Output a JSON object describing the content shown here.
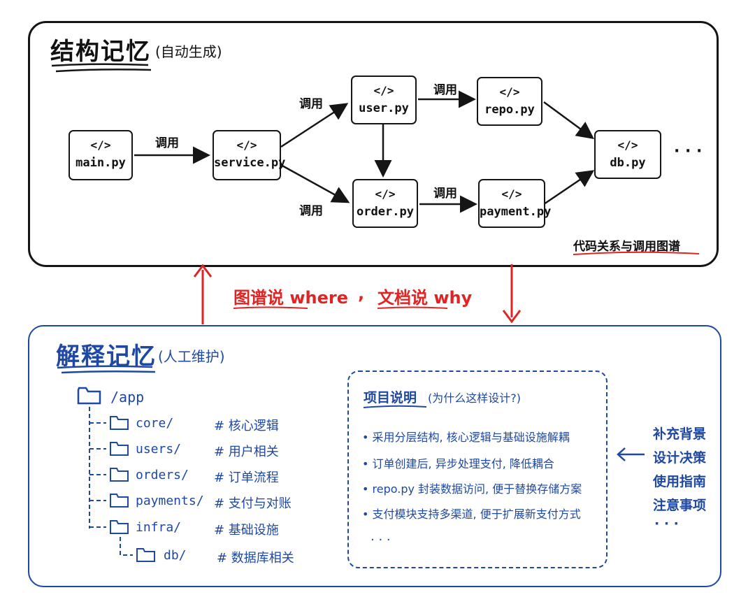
{
  "top": {
    "title": "结构记忆",
    "subtitle": "(自动生成)",
    "nodes": {
      "main": "main.py",
      "service": "service.py",
      "user": "user.py",
      "order": "order.py",
      "repo": "repo.py",
      "payment": "payment.py",
      "db": "db.py"
    },
    "code_glyph": "</>",
    "edge_label": "调用",
    "more": "· · ·",
    "caption": "代码关系与调用图谱"
  },
  "middle": {
    "part1": "图谱说 where",
    "sep": ",",
    "part2": "文档说 why"
  },
  "bottom": {
    "title": "解释记忆",
    "subtitle": "(人工维护)",
    "tree": [
      {
        "name": "/app",
        "comment": ""
      },
      {
        "name": "core/",
        "comment": "# 核心逻辑"
      },
      {
        "name": "users/",
        "comment": "# 用户相关"
      },
      {
        "name": "orders/",
        "comment": "# 订单流程"
      },
      {
        "name": "payments/",
        "comment": "# 支付与对账"
      },
      {
        "name": "infra/",
        "comment": "# 基础设施"
      },
      {
        "name": "db/",
        "comment": "# 数据库相关"
      }
    ],
    "notes": {
      "title": "项目说明",
      "subtitle": "(为什么这样设计?)",
      "bullets": [
        "• 采用分层结构, 核心逻辑与基础设施解耦",
        "• 订单创建后, 异步处理支付, 降低耦合",
        "• repo.py 封装数据访问, 便于替换存储方案",
        "• 支付模块支持多渠道, 便于扩展新支付方式",
        "· · ·"
      ]
    },
    "side": [
      "补充背景",
      "设计决策",
      "使用指南",
      "注意事项",
      "· · ·"
    ]
  },
  "colors": {
    "red": "#e02424",
    "blue": "#1f48a3",
    "ink": "#151515"
  }
}
